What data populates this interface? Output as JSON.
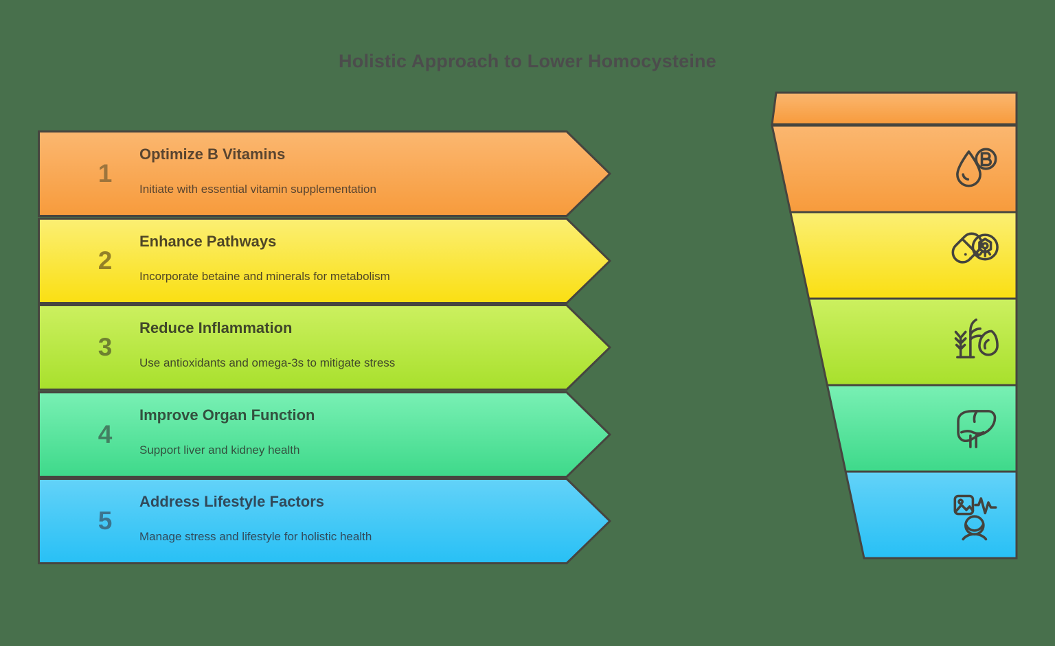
{
  "page": {
    "title": "Holistic Approach to Lower Homocysteine",
    "background_color": "#48704c"
  },
  "steps": [
    {
      "number": "1",
      "heading": "Optimize B Vitamins",
      "subtitle": "Initiate with essential vitamin supplementation",
      "color_light": "#fbb770",
      "color_dark": "#f79b3c",
      "icon": "blood-drop-vitamin-b-icon"
    },
    {
      "number": "2",
      "heading": "Enhance Pathways",
      "subtitle": "Incorporate betaine and minerals for metabolism",
      "color_light": "#fbef74",
      "color_dark": "#fadf12",
      "icon": "capsule-molecule-icon"
    },
    {
      "number": "3",
      "heading": "Reduce Inflammation",
      "subtitle": "Use antioxidants and omega-3s to mitigate stress",
      "color_light": "#ccf060",
      "color_dark": "#a8e02c",
      "icon": "herbs-leaf-icon"
    },
    {
      "number": "4",
      "heading": "Improve Organ Function",
      "subtitle": "Support liver and kidney health",
      "color_light": "#79f0b4",
      "color_dark": "#3ed98a",
      "icon": "liver-organ-icon"
    },
    {
      "number": "5",
      "heading": "Address Lifestyle Factors",
      "subtitle": "Manage stress and lifestyle for holistic health",
      "color_light": "#63d2f8",
      "color_dark": "#28c0f5",
      "icon": "lifestyle-wellbeing-icon"
    }
  ],
  "style": {
    "stroke_color": "#46453f",
    "title_color": "#4c4c4c",
    "icon_color": "#44433d"
  }
}
